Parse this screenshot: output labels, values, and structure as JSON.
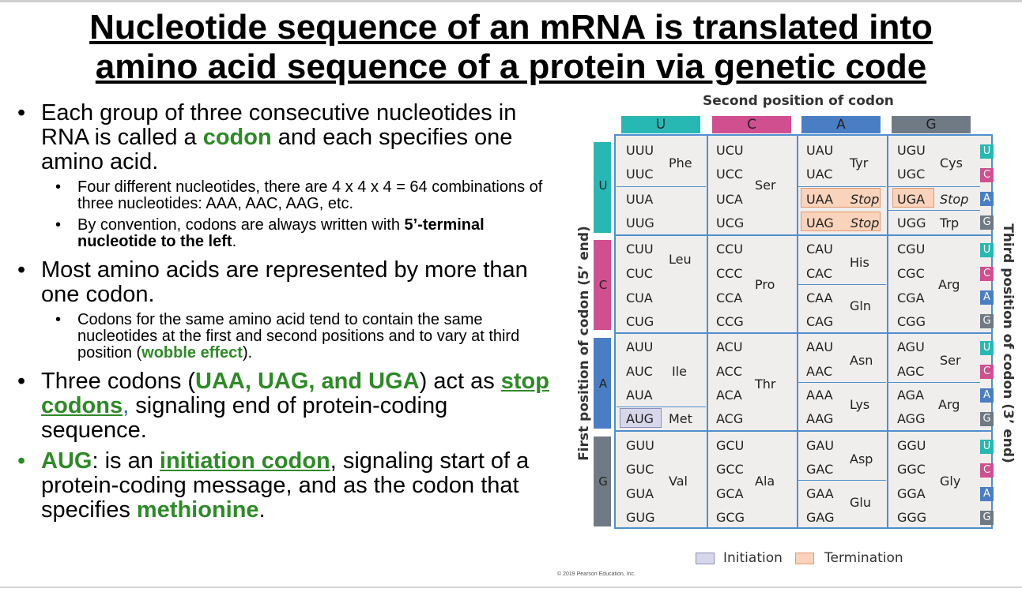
{
  "slide": {
    "title_line1": "Nucleotide sequence of an mRNA is translated into",
    "title_line2": "amino acid sequence of a protein via genetic code",
    "bullet1": {
      "pre": "Each group of three consecutive nucleotides in RNA is called a ",
      "hl": "codon",
      "post": " and each specifies one amino acid."
    },
    "bullet1_sub1": "Four different nucleotides, there are 4 x 4 x 4 = 64 combinations of three nucleotides: AAA, AAC, AAG, etc.",
    "bullet1_sub2": {
      "pre": "By convention, codons are always written with ",
      "hl": "5’-terminal nucleotide to the left",
      "post": "."
    },
    "bullet2": "Most amino acids are represented by more than one codon.",
    "bullet2_sub1": {
      "pre": "Codons for the same amino acid tend to contain the same nucleotides at the first and second positions and to vary at third position (",
      "hl": "wobble effect",
      "post": ")."
    },
    "bullet3": {
      "pre": "Three codons (",
      "hl": "UAA, UAG, and UGA",
      "mid": ") act as ",
      "hl2": "stop codons",
      "comma": ",",
      "post": " signaling end of protein-coding sequence."
    },
    "bullet4": {
      "hl": "AUG",
      "pre": ": is an ",
      "hl2": "initiation codon",
      "mid": ", signaling start of a protein-coding message, and as the codon that specifies ",
      "hl3": "methionine",
      "post": "."
    }
  },
  "codon_table": {
    "second_position_label": "Second position of codon",
    "first_position_label": "First position of codon (5’ end)",
    "third_position_label": "Third position of codon (3’ end)",
    "bases": [
      "U",
      "C",
      "A",
      "G"
    ],
    "base_colors": {
      "U": "#27b8b3",
      "C": "#d04f8f",
      "A": "#4a7ec4",
      "G": "#707a84"
    },
    "codons": [
      [
        "UUU",
        "UUC",
        "UUA",
        "UUG",
        "UCU",
        "UCC",
        "UCA",
        "UCG",
        "UAU",
        "UAC",
        "UAA",
        "UAG",
        "UGU",
        "UGC",
        "UGA",
        "UGG"
      ],
      [
        "CUU",
        "CUC",
        "CUA",
        "CUG",
        "CCU",
        "CCC",
        "CCA",
        "CCG",
        "CAU",
        "CAC",
        "CAA",
        "CAG",
        "CGU",
        "CGC",
        "CGA",
        "CGG"
      ],
      [
        "AUU",
        "AUC",
        "AUA",
        "AUG",
        "ACU",
        "ACC",
        "ACA",
        "ACG",
        "AAU",
        "AAC",
        "AAA",
        "AAG",
        "AGU",
        "AGC",
        "AGA",
        "AGG"
      ],
      [
        "GUU",
        "GUC",
        "GUA",
        "GUG",
        "GCU",
        "GCC",
        "GCA",
        "GCG",
        "GAU",
        "GAC",
        "GAA",
        "GAG",
        "GGU",
        "GGC",
        "GGA",
        "GGG"
      ]
    ],
    "amino_acids": {
      "Phe": "Phe",
      "Leu": "Leu",
      "Ser": "Ser",
      "Tyr": "Tyr",
      "Stop": "Stop",
      "Cys": "Cys",
      "Trp": "Trp",
      "Pro": "Pro",
      "His": "His",
      "Gln": "Gln",
      "Arg": "Arg",
      "Ile": "Ile",
      "Met": "Met",
      "Thr": "Thr",
      "Asn": "Asn",
      "Lys": "Lys",
      "Val": "Val",
      "Ala": "Ala",
      "Asp": "Asp",
      "Glu": "Glu",
      "Gly": "Gly"
    },
    "legend_initiation": "Initiation",
    "legend_termination": "Termination",
    "initiation_color": "#d7d7ec",
    "termination_color": "#f9d3bb",
    "copyright": "© 2019 Pearson Education, Inc."
  }
}
